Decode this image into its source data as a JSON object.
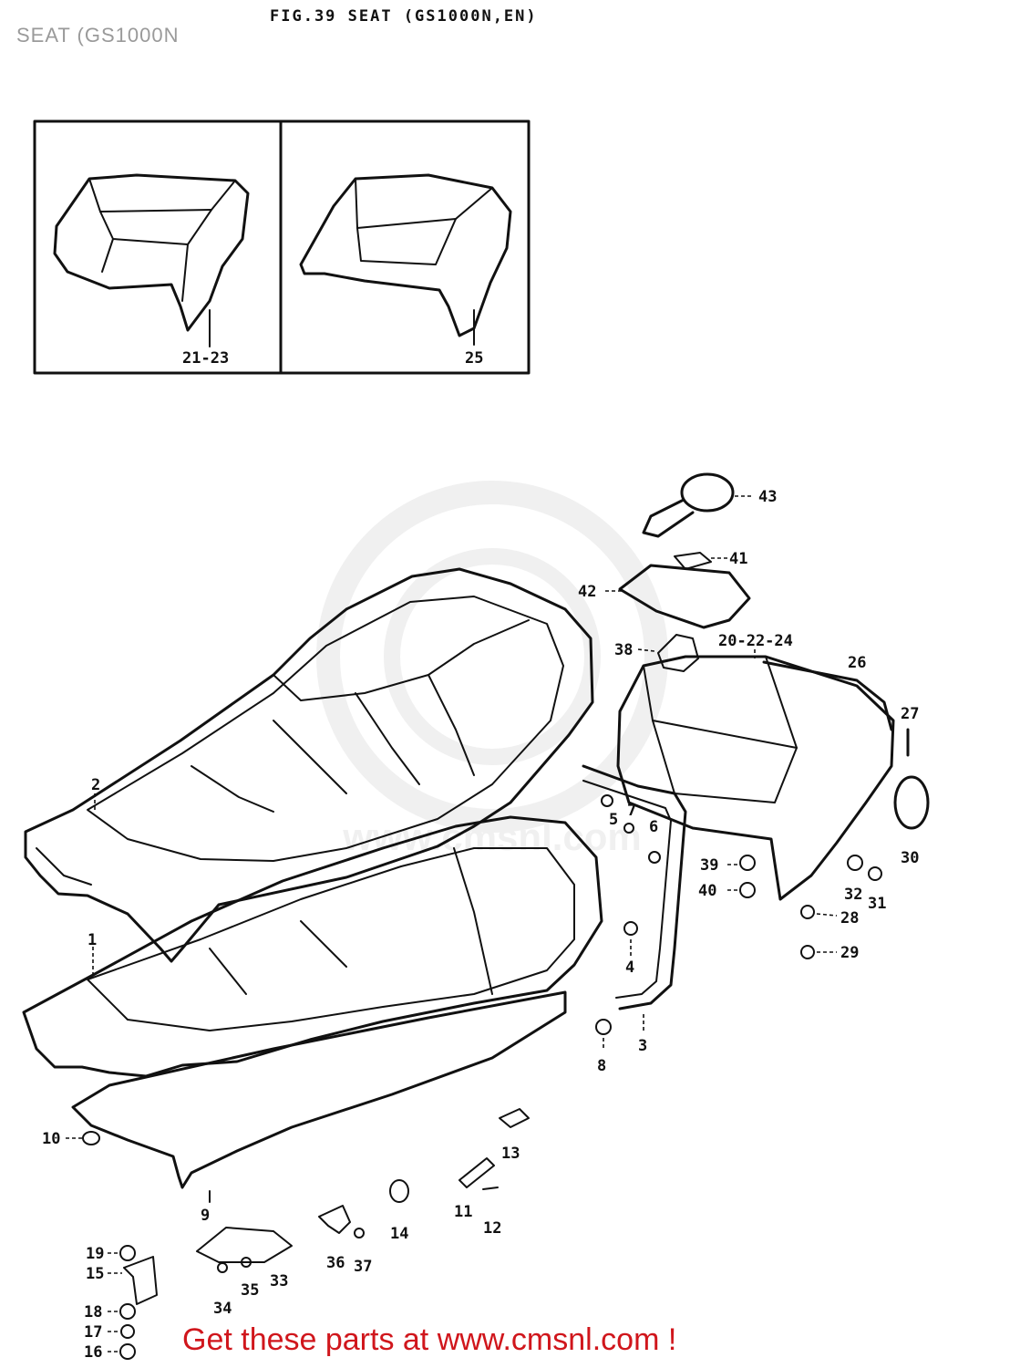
{
  "header": {
    "figure_label": "FIG.39  SEAT (GS1000N,EN)",
    "page_title": "SEAT (GS1000N"
  },
  "footer": {
    "link_text": "Get these parts at www.cmsnl.com !",
    "link_color": "#d0161c"
  },
  "watermark": {
    "brand": "cmsnl",
    "url_text": "www.cmsnl.com",
    "color": "#888888"
  },
  "inset_labels": {
    "left": "21-23",
    "right": "25"
  },
  "callouts": {
    "c1": "1",
    "c2": "2",
    "c3": "3",
    "c4": "4",
    "c5": "5",
    "c6": "6",
    "c7": "7",
    "c8": "8",
    "c9": "9",
    "c10": "10",
    "c11": "11",
    "c12": "12",
    "c13": "13",
    "c14": "14",
    "c15": "15",
    "c16": "16",
    "c17": "17",
    "c18": "18",
    "c19": "19",
    "c20_22_24": "20-22-24",
    "c26": "26",
    "c27": "27",
    "c28": "28",
    "c29": "29",
    "c30": "30",
    "c31": "31",
    "c32": "32",
    "c33": "33",
    "c34": "34",
    "c35": "35",
    "c36": "36",
    "c37": "37",
    "c38": "38",
    "c39": "39",
    "c40": "40",
    "c41": "41",
    "c42": "42",
    "c43": "43"
  }
}
